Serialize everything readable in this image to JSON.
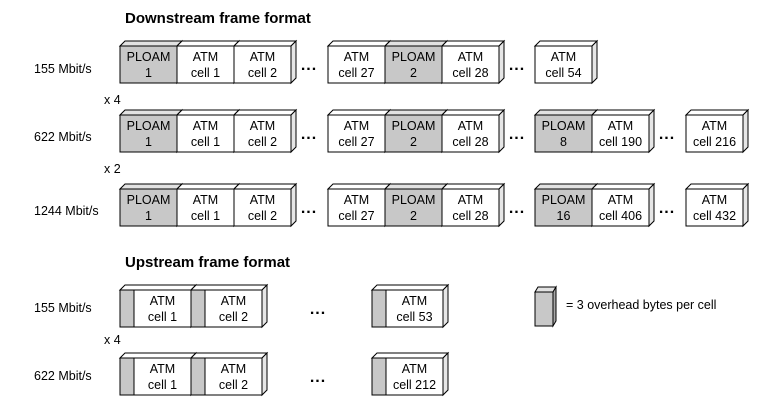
{
  "colors": {
    "ploam": "#c8c8c8",
    "atm": "#ffffff",
    "overhead": "#c8c8c8",
    "stroke": "#000000"
  },
  "downstream": {
    "title": "Downstream frame format",
    "rows": [
      {
        "label": "155 Mbit/s",
        "cells": [
          {
            "kind": "ploam",
            "l1": "PLOAM",
            "l2": "1"
          },
          {
            "kind": "atm",
            "l1": "ATM",
            "l2": "cell 1"
          },
          {
            "kind": "atm",
            "l1": "ATM",
            "l2": "cell 2"
          },
          {
            "kind": "dots",
            "text": "..."
          },
          {
            "kind": "atm",
            "l1": "ATM",
            "l2": "cell 27"
          },
          {
            "kind": "ploam",
            "l1": "PLOAM",
            "l2": "2"
          },
          {
            "kind": "atm",
            "l1": "ATM",
            "l2": "cell 28"
          },
          {
            "kind": "dots",
            "text": "..."
          },
          {
            "kind": "atm",
            "l1": "ATM",
            "l2": "cell 54"
          }
        ]
      },
      {
        "label": "622 Mbit/s",
        "cells": [
          {
            "kind": "ploam",
            "l1": "PLOAM",
            "l2": "1"
          },
          {
            "kind": "atm",
            "l1": "ATM",
            "l2": "cell 1"
          },
          {
            "kind": "atm",
            "l1": "ATM",
            "l2": "cell 2"
          },
          {
            "kind": "dots",
            "text": "..."
          },
          {
            "kind": "atm",
            "l1": "ATM",
            "l2": "cell 27"
          },
          {
            "kind": "ploam",
            "l1": "PLOAM",
            "l2": "2"
          },
          {
            "kind": "atm",
            "l1": "ATM",
            "l2": "cell 28"
          },
          {
            "kind": "dots",
            "text": "..."
          },
          {
            "kind": "ploam",
            "l1": "PLOAM",
            "l2": "8"
          },
          {
            "kind": "atm",
            "l1": "ATM",
            "l2": "cell 190"
          },
          {
            "kind": "dots",
            "text": "..."
          },
          {
            "kind": "atm",
            "l1": "ATM",
            "l2": "cell 216"
          }
        ]
      },
      {
        "label": "1244 Mbit/s",
        "cells": [
          {
            "kind": "ploam",
            "l1": "PLOAM",
            "l2": "1"
          },
          {
            "kind": "atm",
            "l1": "ATM",
            "l2": "cell 1"
          },
          {
            "kind": "atm",
            "l1": "ATM",
            "l2": "cell 2"
          },
          {
            "kind": "dots",
            "text": "..."
          },
          {
            "kind": "atm",
            "l1": "ATM",
            "l2": "cell 27"
          },
          {
            "kind": "ploam",
            "l1": "PLOAM",
            "l2": "2"
          },
          {
            "kind": "atm",
            "l1": "ATM",
            "l2": "cell 28"
          },
          {
            "kind": "dots",
            "text": "..."
          },
          {
            "kind": "ploam",
            "l1": "PLOAM",
            "l2": "16"
          },
          {
            "kind": "atm",
            "l1": "ATM",
            "l2": "cell 406"
          },
          {
            "kind": "dots",
            "text": "..."
          },
          {
            "kind": "atm",
            "l1": "ATM",
            "l2": "cell 432"
          }
        ]
      }
    ],
    "multipliers": [
      "x 4",
      "x 2"
    ]
  },
  "upstream": {
    "title": "Upstream frame format",
    "rows": [
      {
        "label": "155 Mbit/s",
        "cells": [
          {
            "kind": "up",
            "l1": "ATM",
            "l2": "cell 1"
          },
          {
            "kind": "up",
            "l1": "ATM",
            "l2": "cell 2"
          },
          {
            "kind": "dots",
            "text": "..."
          },
          {
            "kind": "up",
            "l1": "ATM",
            "l2": "cell 53"
          }
        ]
      },
      {
        "label": "622 Mbit/s",
        "cells": [
          {
            "kind": "up",
            "l1": "ATM",
            "l2": "cell 1"
          },
          {
            "kind": "up",
            "l1": "ATM",
            "l2": "cell 2"
          },
          {
            "kind": "dots",
            "text": "..."
          },
          {
            "kind": "up",
            "l1": "ATM",
            "l2": "cell 212"
          }
        ]
      }
    ],
    "multipliers": [
      "x 4"
    ]
  },
  "legend": {
    "text": "= 3 overhead bytes per cell"
  }
}
